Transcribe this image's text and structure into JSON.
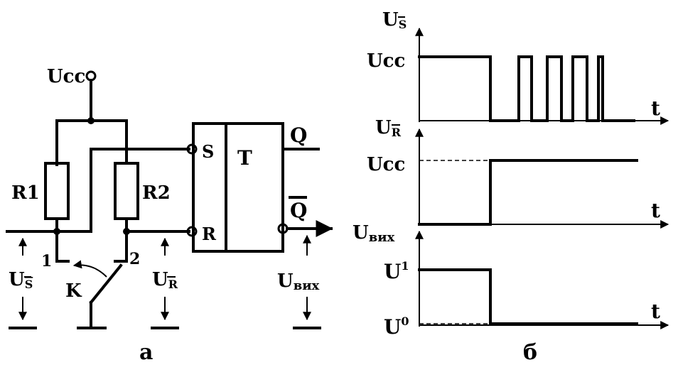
{
  "circuit": {
    "vcc": "Ucc",
    "r1": "R1",
    "r2": "R2",
    "s_input": "S",
    "r_input": "R",
    "trigger": "T",
    "q": "Q",
    "q_bar": "Q",
    "contact_1": "1",
    "contact_2": "2",
    "switch": "K",
    "u_s_main": "U",
    "u_s_sub": "S",
    "u_r_main": "U",
    "u_r_sub": "R",
    "u_out_main": "U",
    "u_out_sub": "вих",
    "caption": "а"
  },
  "timing": {
    "caption": "б",
    "time_label": "t",
    "plot_s": {
      "y_main": "U",
      "y_sub": "S",
      "level": "Ucc"
    },
    "plot_r": {
      "y_main": "U",
      "y_sub": "R",
      "level": "Ucc"
    },
    "plot_out": {
      "y_main": "U",
      "y_sub": "вих",
      "high_main": "U",
      "high_sup": "1",
      "low_main": "U",
      "low_sup": "0"
    }
  }
}
